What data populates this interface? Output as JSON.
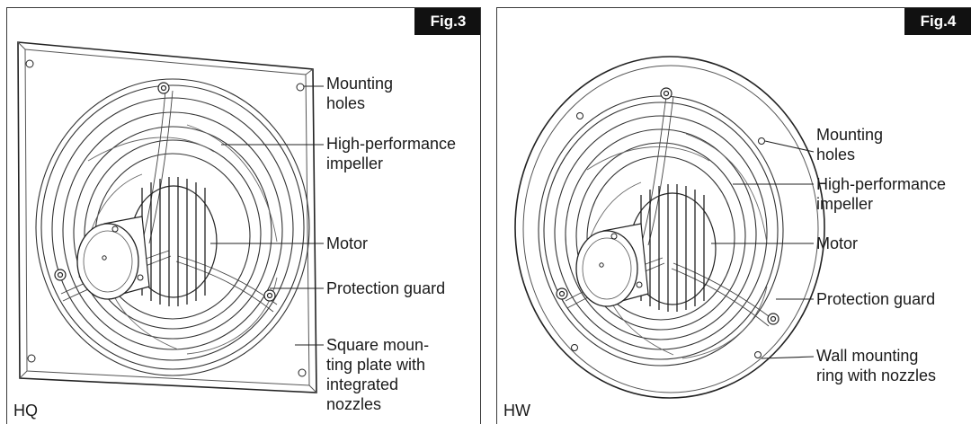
{
  "figures": [
    {
      "tag": "Fig.3",
      "variant": "HQ",
      "callouts": [
        {
          "key": "mounting_holes",
          "text": "Mounting\nholes"
        },
        {
          "key": "impeller",
          "text": "High-performance\nimpeller"
        },
        {
          "key": "motor",
          "text": "Motor"
        },
        {
          "key": "guard",
          "text": "Protection guard"
        },
        {
          "key": "plate",
          "text": "Square moun-\nting plate with\nintegrated\nnozzles"
        }
      ]
    },
    {
      "tag": "Fig.4",
      "variant": "HW",
      "callouts": [
        {
          "key": "mounting_holes",
          "text": "Mounting\nholes"
        },
        {
          "key": "impeller",
          "text": "High-performance\nimpeller"
        },
        {
          "key": "motor",
          "text": "Motor"
        },
        {
          "key": "guard",
          "text": "Protection guard"
        },
        {
          "key": "ring",
          "text": "Wall mounting\nring with nozzles"
        }
      ]
    }
  ]
}
